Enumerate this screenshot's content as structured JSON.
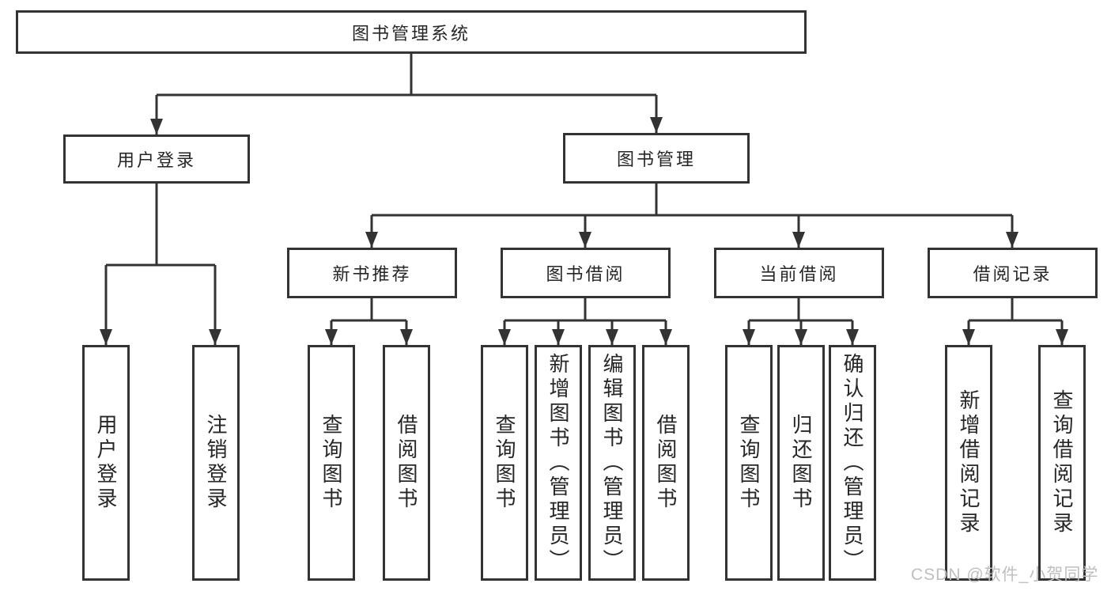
{
  "root": {
    "label": "图书管理系统"
  },
  "level2": {
    "user_login": {
      "label": "用户登录"
    },
    "book_management": {
      "label": "图书管理"
    }
  },
  "level3": {
    "new_book_recommend": {
      "label": "新书推荐"
    },
    "book_borrow": {
      "label": "图书借阅"
    },
    "current_borrow": {
      "label": "当前借阅"
    },
    "borrow_records": {
      "label": "借阅记录"
    }
  },
  "leaves": {
    "user_login": [
      "用户登录",
      "注销登录"
    ],
    "new_book_recommend": [
      "查询图书",
      "借阅图书"
    ],
    "book_borrow": [
      "查询图书",
      "新增图书（管理员）",
      "编辑图书（管理员）",
      "借阅图书"
    ],
    "current_borrow": [
      "查询图书",
      "归还图书",
      "确认归还（管理员）"
    ],
    "borrow_records": [
      "新增借阅记录",
      "查询借阅记录"
    ]
  },
  "watermark": {
    "text": "CSDN @软件_小贺同学"
  },
  "colors": {
    "line": "#333333",
    "box_border": "#333333",
    "text": "#262626",
    "watermark": "#bfbfbf",
    "background": "#ffffff"
  }
}
